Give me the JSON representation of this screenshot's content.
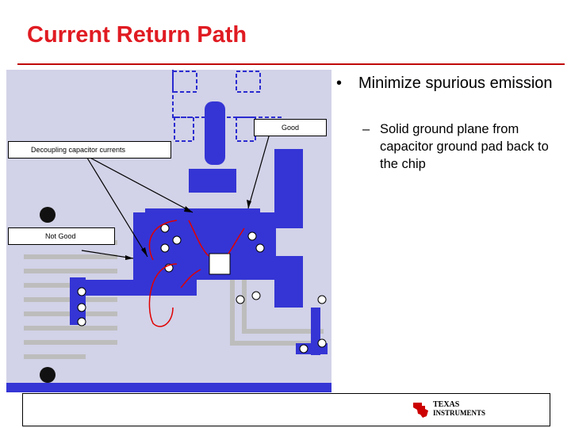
{
  "slide": {
    "title": "Current Return Path",
    "bullet_main": "Minimize spurious emission",
    "bullet_sub": "Solid ground plane from capacitor ground pad back to the chip",
    "bullet_symbol": "•",
    "dash_symbol": "–"
  },
  "diagram": {
    "label_good": "Good",
    "label_decoupling": "Decoupling capacitor currents",
    "label_not_good": "Not Good"
  },
  "footer": {
    "logo_line1": "TEXAS",
    "logo_line2": "INSTRUMENTS"
  },
  "colors": {
    "title_red": "#e01b22",
    "pcb_blue": "#3a3ad8",
    "pcb_grey": "#c8c8c8",
    "arrow_red": "#e00000",
    "ti_red": "#cc0000"
  }
}
